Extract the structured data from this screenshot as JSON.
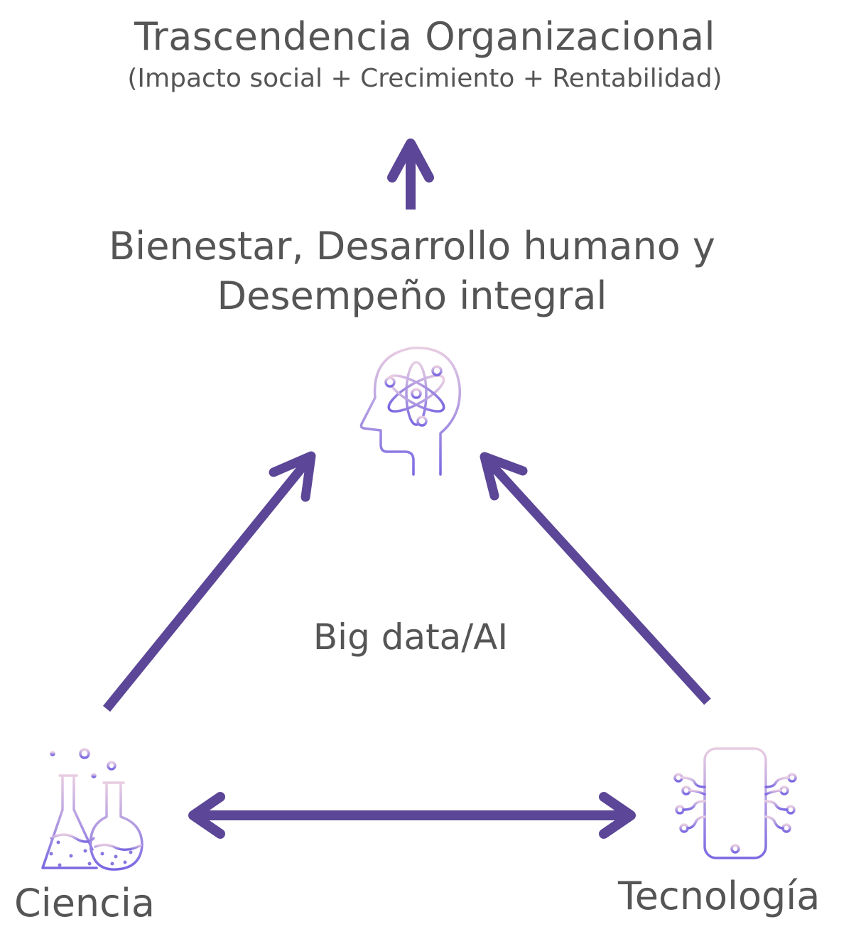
{
  "diagram": {
    "title": "Trascendencia Organizacional",
    "subtitle": "(Impacto social  + Crecimiento + Rentabilidad)",
    "goal_line1": "Bienestar, Desarrollo humano y",
    "goal_line2": "Desempeño integral",
    "center_label": "Big data/AI",
    "left_node": {
      "label": "Ciencia",
      "icon": "flasks-icon"
    },
    "right_node": {
      "label": "Tecnología",
      "icon": "smartphone-circuit-icon"
    },
    "top_node": {
      "icon": "head-atom-icon"
    },
    "colors": {
      "arrow": "#5b4697",
      "text": "#555555",
      "icon_gradient_top": "#e3c9e0",
      "icon_gradient_bottom": "#7e6be0"
    }
  }
}
